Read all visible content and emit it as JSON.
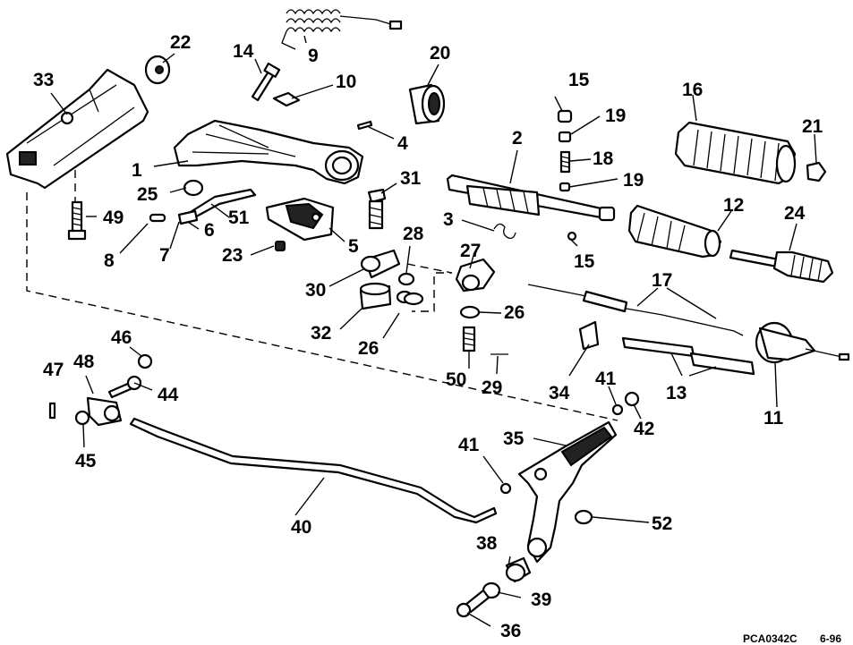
{
  "diagram": {
    "callouts": {
      "n1": "1",
      "n2": "2",
      "n3": "3",
      "n4": "4",
      "n5": "5",
      "n6": "6",
      "n7": "7",
      "n8": "8",
      "n9": "9",
      "n10": "10",
      "n11": "11",
      "n12": "12",
      "n13": "13",
      "n14": "14",
      "n15a": "15",
      "n15b": "15",
      "n16": "16",
      "n17": "17",
      "n18": "18",
      "n19a": "19",
      "n19b": "19",
      "n20": "20",
      "n21": "21",
      "n22": "22",
      "n23": "23",
      "n24": "24",
      "n25": "25",
      "n26a": "26",
      "n26b": "26",
      "n27": "27",
      "n28": "28",
      "n29": "29",
      "n30": "30",
      "n31": "31",
      "n32": "32",
      "n33": "33",
      "n34": "34",
      "n35": "35",
      "n36": "36",
      "n38": "38",
      "n39": "39",
      "n40": "40",
      "n41a": "41",
      "n41b": "41",
      "n42": "42",
      "n44": "44",
      "n45": "45",
      "n46": "46",
      "n47": "47",
      "n48": "48",
      "n49": "49",
      "n50": "50",
      "n51": "51",
      "n52": "52"
    },
    "drawing_code": "PCA0342C",
    "date_code": "6-96"
  }
}
